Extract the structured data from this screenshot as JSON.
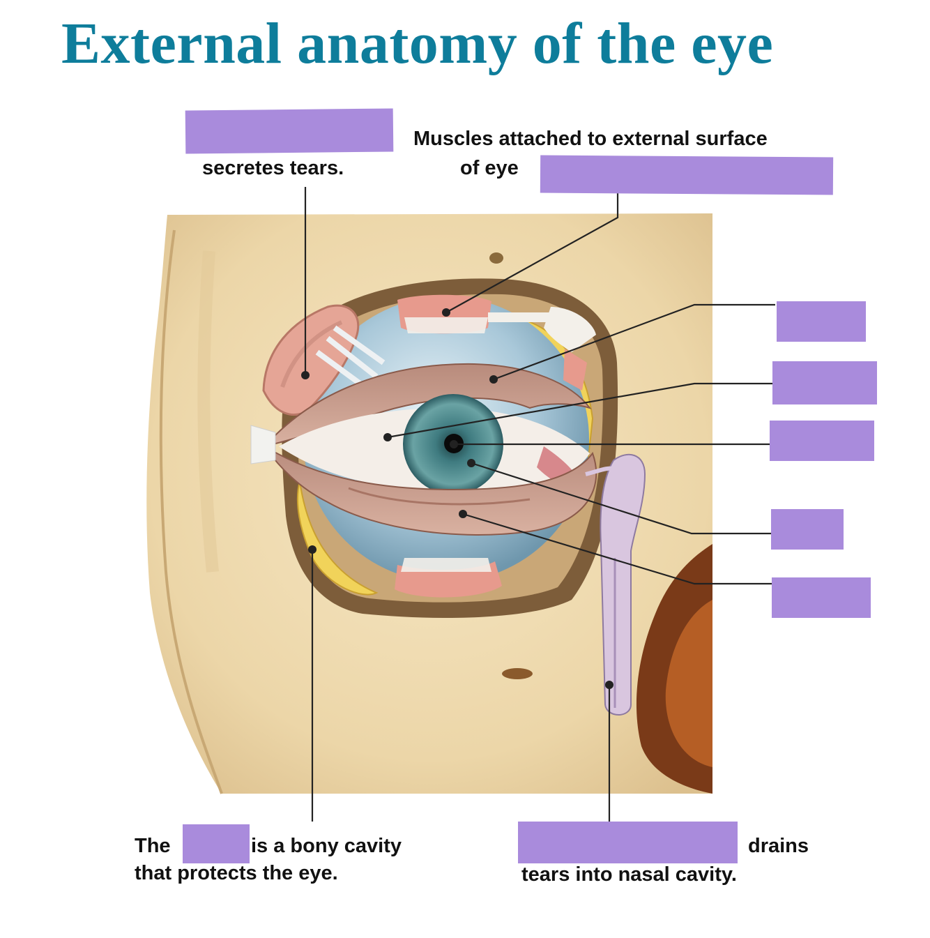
{
  "title": "External anatomy of the eye",
  "labels": {
    "lacrimal_gland": "secretes tears.",
    "muscles_line1": "Muscles attached to external surface",
    "muscles_line2": "of eye",
    "orbit_the": "The",
    "orbit_rest": "is a bony cavity",
    "orbit_line2": "that protects the eye.",
    "duct_drains": "drains",
    "duct_line2": "tears into nasal cavity."
  },
  "colors": {
    "title": "#0e7d9b",
    "mask": "#a98bdc",
    "bone": "#efdcb1",
    "sclera_blue": "#a9c8d9",
    "iris": "#4d8a8f",
    "lid": "#c99e8e",
    "fat": "#f1d35a",
    "muscle": "#e79a8d"
  }
}
